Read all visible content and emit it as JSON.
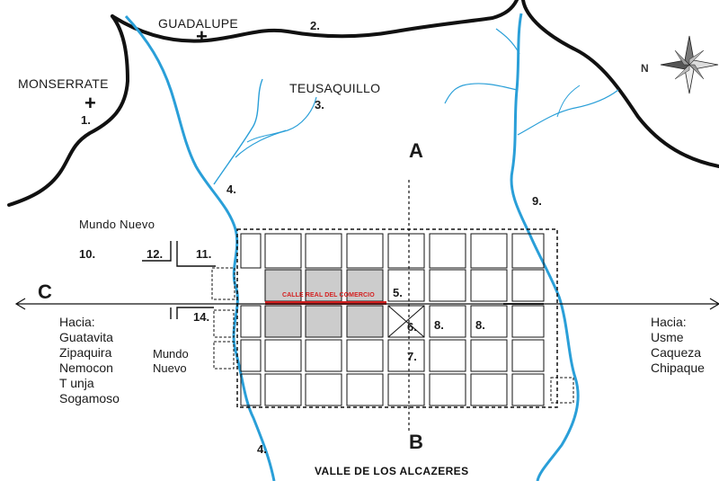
{
  "places": {
    "monserrate": "MONSERRATE",
    "guadalupe": "GUADALUPE",
    "teusaquillo": "TEUSAQUILLO",
    "mundo_nuevo_top": "Mundo Nuevo",
    "mundo_nuevo_bottom": "Mundo\nNuevo",
    "valle": "VALLE DE LOS ALCAZERES"
  },
  "axes": {
    "a": "A",
    "b": "B",
    "c": "C"
  },
  "directions": {
    "west": "Hacia:\nGuatavita\nZipaquira\nNemocon\nT unja\nSogamoso",
    "east": "Hacia:\nUsme\nCaqueza\nChipaque"
  },
  "street": {
    "name": "CALLE REAL DEL COMERCIO",
    "color": "#d42020"
  },
  "numbers": {
    "n1": "1.",
    "n2": "2.",
    "n3": "3.",
    "n4a": "4.",
    "n4b": "4.",
    "n5": "5.",
    "n6": "6.",
    "n7": "7.",
    "n8a": "8.",
    "n8b": "8.",
    "n9": "9.",
    "n10": "10.",
    "n11": "11.",
    "n12": "12.",
    "n14": "14."
  },
  "compass": {
    "label": "N"
  },
  "crosses": {
    "symbol": "+"
  },
  "colors": {
    "river": "#2a9fd8",
    "mountain": "#111111",
    "highlight_blocks": "#cccccc"
  }
}
